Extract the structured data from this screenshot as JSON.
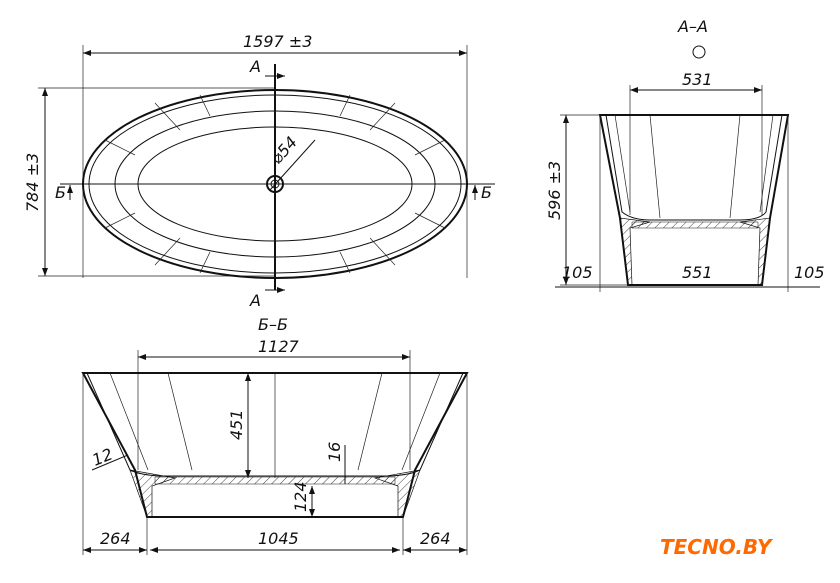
{
  "top_view": {
    "length": "1597 ±3",
    "width": "784 ±3",
    "drain_diameter": "⌀54",
    "section_a_top": "А",
    "section_a_bottom": "А",
    "section_b_left": "Б",
    "section_b_right": "Б"
  },
  "section_aa": {
    "title": "А–А",
    "inner_top": "531",
    "height": "596 ±3",
    "left_overhang": "105",
    "base": "551",
    "right_overhang": "105"
  },
  "section_bb": {
    "title": "Б–Б",
    "inner_top": "1127",
    "depth": "451",
    "wall": "12",
    "bottom": "16",
    "plinth": "124",
    "left_overhang": "264",
    "base": "1045",
    "right_overhang": "264"
  },
  "logo": {
    "text": "TECNO.BY",
    "color": "#ff6a00"
  }
}
